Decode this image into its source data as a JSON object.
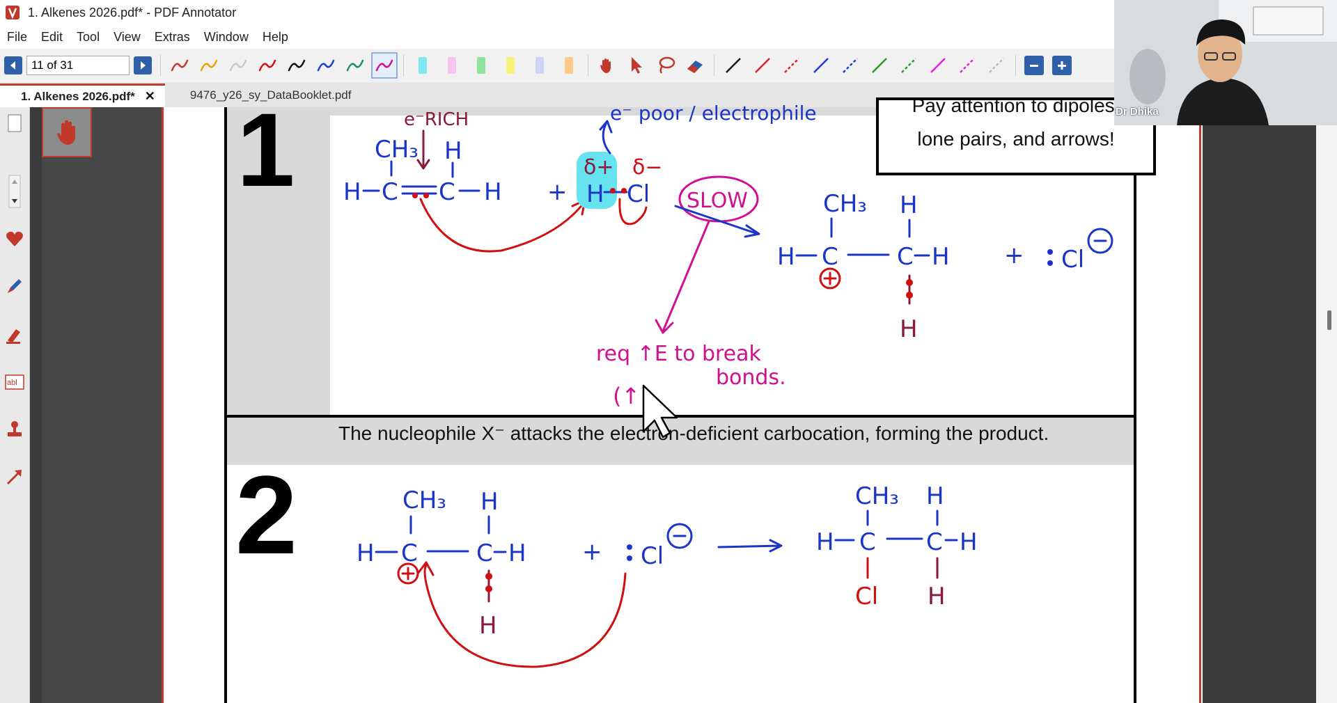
{
  "window": {
    "title": "1. Alkenes 2026.pdf* - PDF Annotator"
  },
  "menu": [
    "File",
    "Edit",
    "Tool",
    "View",
    "Extras",
    "Window",
    "Help"
  ],
  "toolbar": {
    "page_indicator": "11 of 31",
    "pen_colors": [
      "#c0392b",
      "#e6a400",
      "#c9c9c9",
      "#d01010",
      "#111111",
      "#1a3fd0",
      "#1c8c6c",
      "#d01090"
    ],
    "highlighter_colors": [
      "#7fe8ee",
      "#f7c3ef",
      "#8fe39c",
      "#f7f27a",
      "#cfd3f5",
      "#ffc98a"
    ],
    "line_colors": [
      "#111111",
      "#e02020",
      "#e02020",
      "#1a3fd0",
      "#1a3fd0",
      "#1f9c2a",
      "#1f9c2a",
      "#e020e0",
      "#e020e0",
      "#bbbbbb"
    ]
  },
  "tabs": [
    {
      "label": "1. Alkenes 2026.pdf*",
      "active": true
    },
    {
      "label": "9476_y26_sy_DataBooklet.pdf",
      "active": false
    }
  ],
  "document": {
    "step1_number": "1",
    "step2_number": "2",
    "note_line1": "Pay attention to dipoles,",
    "note_line2": "lone pairs, and arrows!",
    "step2_instruction": "The nucleophile X⁻ attacks the electron-deficient carbocation, forming the product."
  },
  "annotations": {
    "e_rich": "e⁻RICH",
    "e_poor": "e⁻ poor / electrophile",
    "delta_plus": "δ+",
    "delta_minus": "δ−",
    "slow": "SLOW",
    "req_energy_1": "req ↑E to break",
    "req_energy_2": "bonds.",
    "up_arrow_paren": "(↑"
  },
  "webcam": {
    "name": "Dr Dhika"
  }
}
